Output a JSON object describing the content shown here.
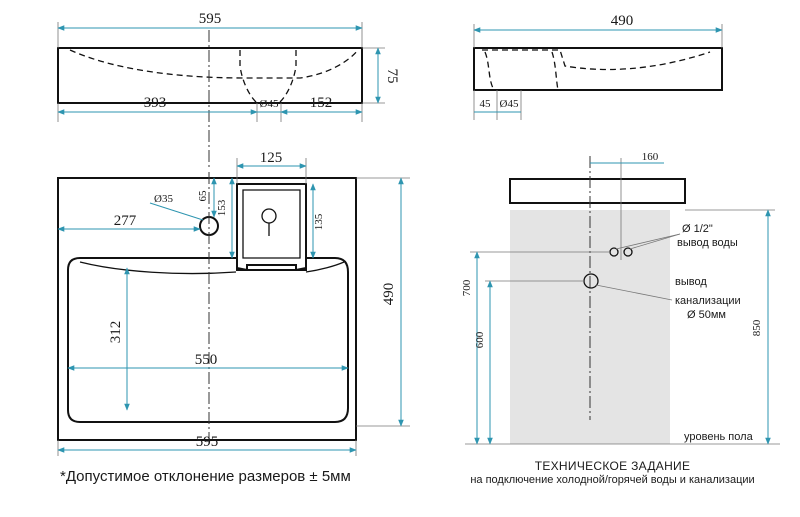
{
  "top_view": {
    "width_label": "595",
    "depth_label": "75",
    "left_offset_label": "393",
    "hole_label": "Ø45",
    "right_offset_label": "152"
  },
  "side_view": {
    "length_label": "490",
    "left_offset_label": "45",
    "hole_label": "Ø45"
  },
  "front_view": {
    "tap_block_width_label": "125",
    "tap_hole_label": "Ø35",
    "tap_hole_offset_label": "65",
    "tap_block_height_label": "153",
    "tap_hole_left_label": "277",
    "overflow_height_label": "135",
    "basin_depth_label": "312",
    "basin_width_label": "550",
    "total_width_label": "595",
    "total_depth_label": "490"
  },
  "install_spec": {
    "offset_label": "160",
    "water_pipe_size": "Ø 1/2\"",
    "water_outlet_label": "вывод воды",
    "drain_label_line1": "вывод",
    "drain_label_line2": "канализации",
    "drain_size": "Ø 50мм",
    "height_700": "700",
    "height_600": "600",
    "height_850": "850",
    "floor_label": "уровень пола"
  },
  "notes": {
    "tolerance": "*Допустимое отклонение размеров ± 5мм",
    "spec_title": "ТЕХНИЧЕСКОЕ ЗАДАНИЕ",
    "spec_subtitle": "на подключение холодной/горячей воды и канализации"
  },
  "colors": {
    "dimension": "#2e95b0",
    "wall": "#e4e4e4",
    "outline": "#111111"
  }
}
